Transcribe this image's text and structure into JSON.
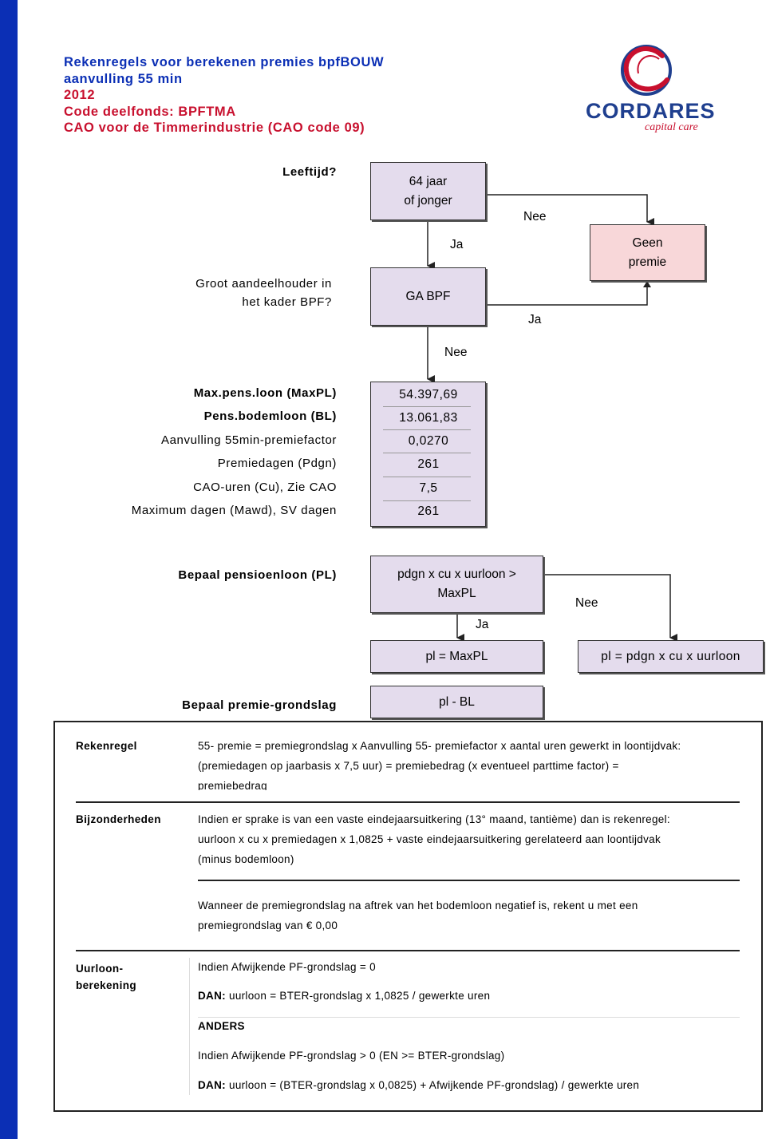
{
  "header": {
    "title": "Rekenregels voor berekenen premies bpfBOUW",
    "subtitle": "aanvulling 55 min",
    "year": "2012",
    "fund_code": "Code deelfonds: BPFTMA",
    "cao": "CAO voor de Timmerindustrie (CAO code 09)"
  },
  "logo": {
    "name": "CORDARES",
    "tagline": "capital care",
    "colors": {
      "blue": "#1f3f8f",
      "red": "#c8102e"
    }
  },
  "flow": {
    "q_age": "Leeftijd?",
    "box_age": [
      "64 jaar",
      "of jonger"
    ],
    "no1": "Nee",
    "yes1": "Ja",
    "box_geen": [
      "Geen",
      "premie"
    ],
    "q_ga": [
      "Groot aandeelhouder in",
      "het kader BPF?"
    ],
    "box_ga": "GA BPF",
    "yes2": "Ja",
    "no2": "Nee"
  },
  "params": {
    "labels": [
      "Max.pens.loon (MaxPL)",
      "Pens.bodemloon (BL)",
      "Aanvulling 55min-premiefactor",
      "Premiedagen (Pdgn)",
      "CAO-uren (Cu), Zie CAO",
      "Maximum dagen (Mawd), SV dagen"
    ],
    "values": [
      "54.397,69",
      "13.061,83",
      "0,0270",
      "261",
      "7,5",
      "261"
    ]
  },
  "pl": {
    "label": "Bepaal pensioenloon (PL)",
    "box_cond": [
      "pdgn x cu x uurloon >",
      "MaxPL"
    ],
    "no": "Nee",
    "yes": "Ja",
    "box_yes": "pl = MaxPL",
    "box_no": "pl = pdgn x cu x uurloon"
  },
  "grondslag": {
    "label": "Bepaal premie-grondslag",
    "box": "pl - BL"
  },
  "rules": {
    "rekenregel_label": "Rekenregel",
    "rekenregel_lines": [
      "55- premie = premiegrondslag x Aanvulling 55- premiefactor x aantal uren gewerkt in loontijdvak:",
      "(premiedagen op jaarbasis x 7,5 uur) = premiebedrag (x eventueel parttime factor) =",
      "premiebedrag"
    ],
    "bijz_label": "Bijzonderheden",
    "bijz_lines": [
      "Indien er sprake is van een vaste eindejaarsuitkering (13° maand, tantième) dan is rekenregel:",
      "uurloon x cu x premiedagen x 1,0825 + vaste eindejaarsuitkering gerelateerd aan loontijdvak",
      "(minus bodemloon)"
    ],
    "bijz_lines2": [
      "Wanneer de premiegrondslag na aftrek van het bodemloon negatief is, rekent u met een",
      "premiegrondslag van € 0,00"
    ],
    "uur_label": [
      "Uurloon-",
      "berekening"
    ],
    "uur_if1": "Indien Afwijkende PF-grondslag = 0",
    "uur_dan1_key": "DAN:",
    "uur_dan1": "uurloon = BTER-grondslag x 1,0825 / gewerkte uren",
    "uur_anders": "ANDERS",
    "uur_if2": "Indien Afwijkende PF-grondslag > 0 (EN >= BTER-grondslag)",
    "uur_dan2_key": "DAN:",
    "uur_dan2": "uurloon = (BTER-grondslag x 0,0825) + Afwijkende PF-grondslag) / gewerkte uren"
  }
}
